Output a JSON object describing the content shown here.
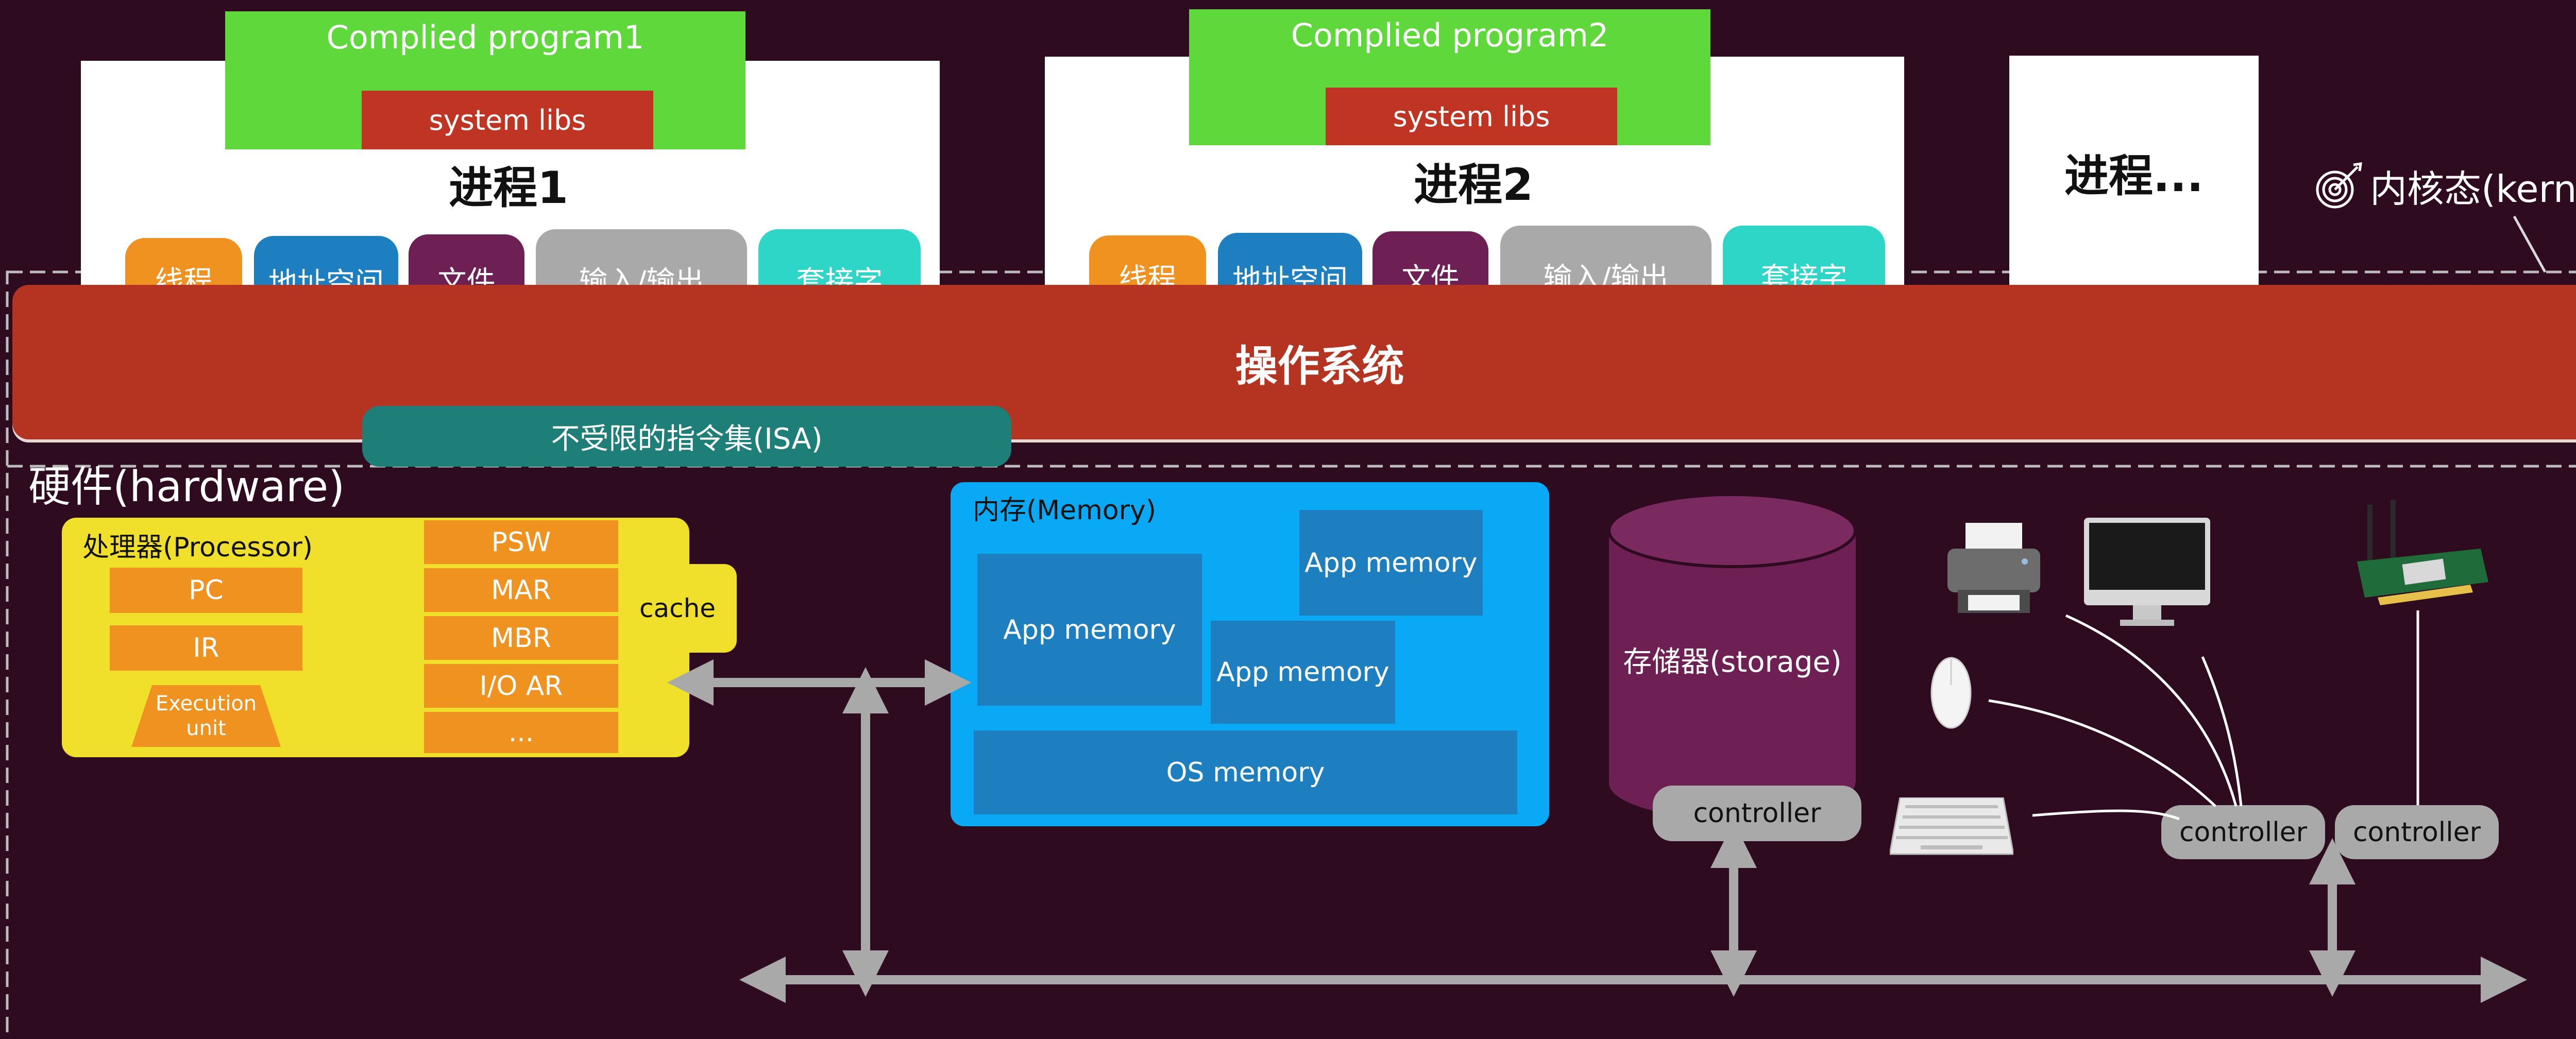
{
  "colors": {
    "background": "#2e0b1f",
    "os": "#b43321",
    "isa": "#1e7f79",
    "processor": "#f0df2b",
    "register": "#f0921f",
    "memory": "#0aa9f5",
    "app_memory": "#1e7fc0",
    "storage": "#6e2054",
    "controller": "#a9a9a9",
    "compiled_program": "#5ed83a",
    "system_libs": "#bf3423"
  },
  "processes": [
    {
      "program": "Complied program1",
      "libs": "system libs",
      "title": "进程1",
      "resources": [
        "线程",
        "地址空间",
        "文件",
        "输入/输出",
        "套接字"
      ]
    },
    {
      "program": "Complied program2",
      "libs": "system libs",
      "title": "进程2",
      "resources": [
        "线程",
        "地址空间",
        "文件",
        "输入/输出",
        "套接字"
      ]
    },
    {
      "title": "进程..."
    }
  ],
  "kernel_label": "内核态(kernel)",
  "os_label": "操作系统",
  "isa_label": "不受限的指令集(ISA)",
  "hardware": {
    "title": "硬件(hardware)",
    "processor": {
      "title": "处理器(Processor)",
      "units": [
        "PC",
        "IR",
        "Execution unit"
      ],
      "registers": [
        "PSW",
        "MAR",
        "MBR",
        "I/O AR",
        "..."
      ],
      "cache": "cache"
    },
    "memory": {
      "title": "内存(Memory)",
      "app_memory": [
        "App memory",
        "App memory",
        "App memory"
      ],
      "os_memory": "OS memory"
    },
    "storage": {
      "label": "存储器(storage)",
      "controller": "controller"
    },
    "io_controller": "controller",
    "network_controller": "controller",
    "device_icons": [
      "printer-icon",
      "monitor-icon",
      "mouse-icon",
      "keyboard-icon",
      "network-card-icon"
    ]
  }
}
